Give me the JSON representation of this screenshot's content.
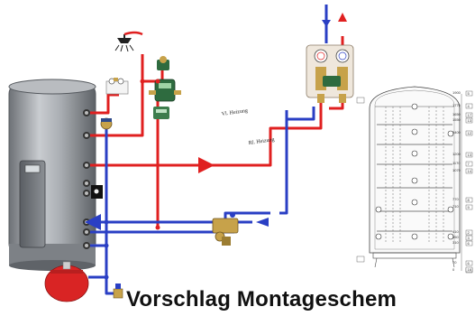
{
  "diagram": {
    "labels": {
      "supply_line": "Vl. Heizung",
      "return_line": "Rl. Heizung",
      "footer_title": "Vorschlag Montageschem"
    },
    "tank_dimension_labels": [
      "1900",
      "1770",
      "1650",
      "1550",
      "1400",
      "1200",
      "1170",
      "1070",
      "770",
      "710",
      "410",
      "350",
      "310",
      "70",
      "0"
    ],
    "tank_port_numbers": [
      "5",
      "4",
      "17",
      "13",
      "12",
      "13",
      "7",
      "14",
      "8",
      "9",
      "2",
      "3",
      "6",
      "6",
      "15",
      "16"
    ],
    "colors": {
      "hot_water": "#e02020",
      "cold_water": "#2a3fc4",
      "tank_body": "#9a9ea3",
      "expansion_vessel": "#d92424",
      "pump_group": "#2e6b3f",
      "valve_brass": "#c7a24a"
    }
  }
}
